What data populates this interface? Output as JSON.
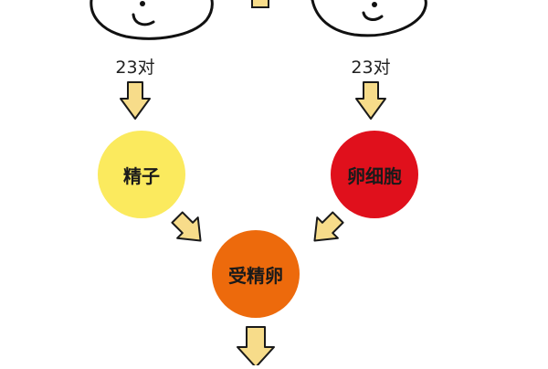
{
  "diagram": {
    "left_parent": {
      "chromosome_label": "23对"
    },
    "right_parent": {
      "chromosome_label": "23对"
    },
    "nodes": {
      "sperm": {
        "label": "精子",
        "color": "#fbea5e"
      },
      "egg": {
        "label": "卵细胞",
        "color": "#e0101c"
      },
      "zygote": {
        "label": "受精卵",
        "color": "#ed6a0c"
      }
    },
    "arrow_fill": "#f7dc8a",
    "arrow_stroke": "#1a1a1a"
  }
}
